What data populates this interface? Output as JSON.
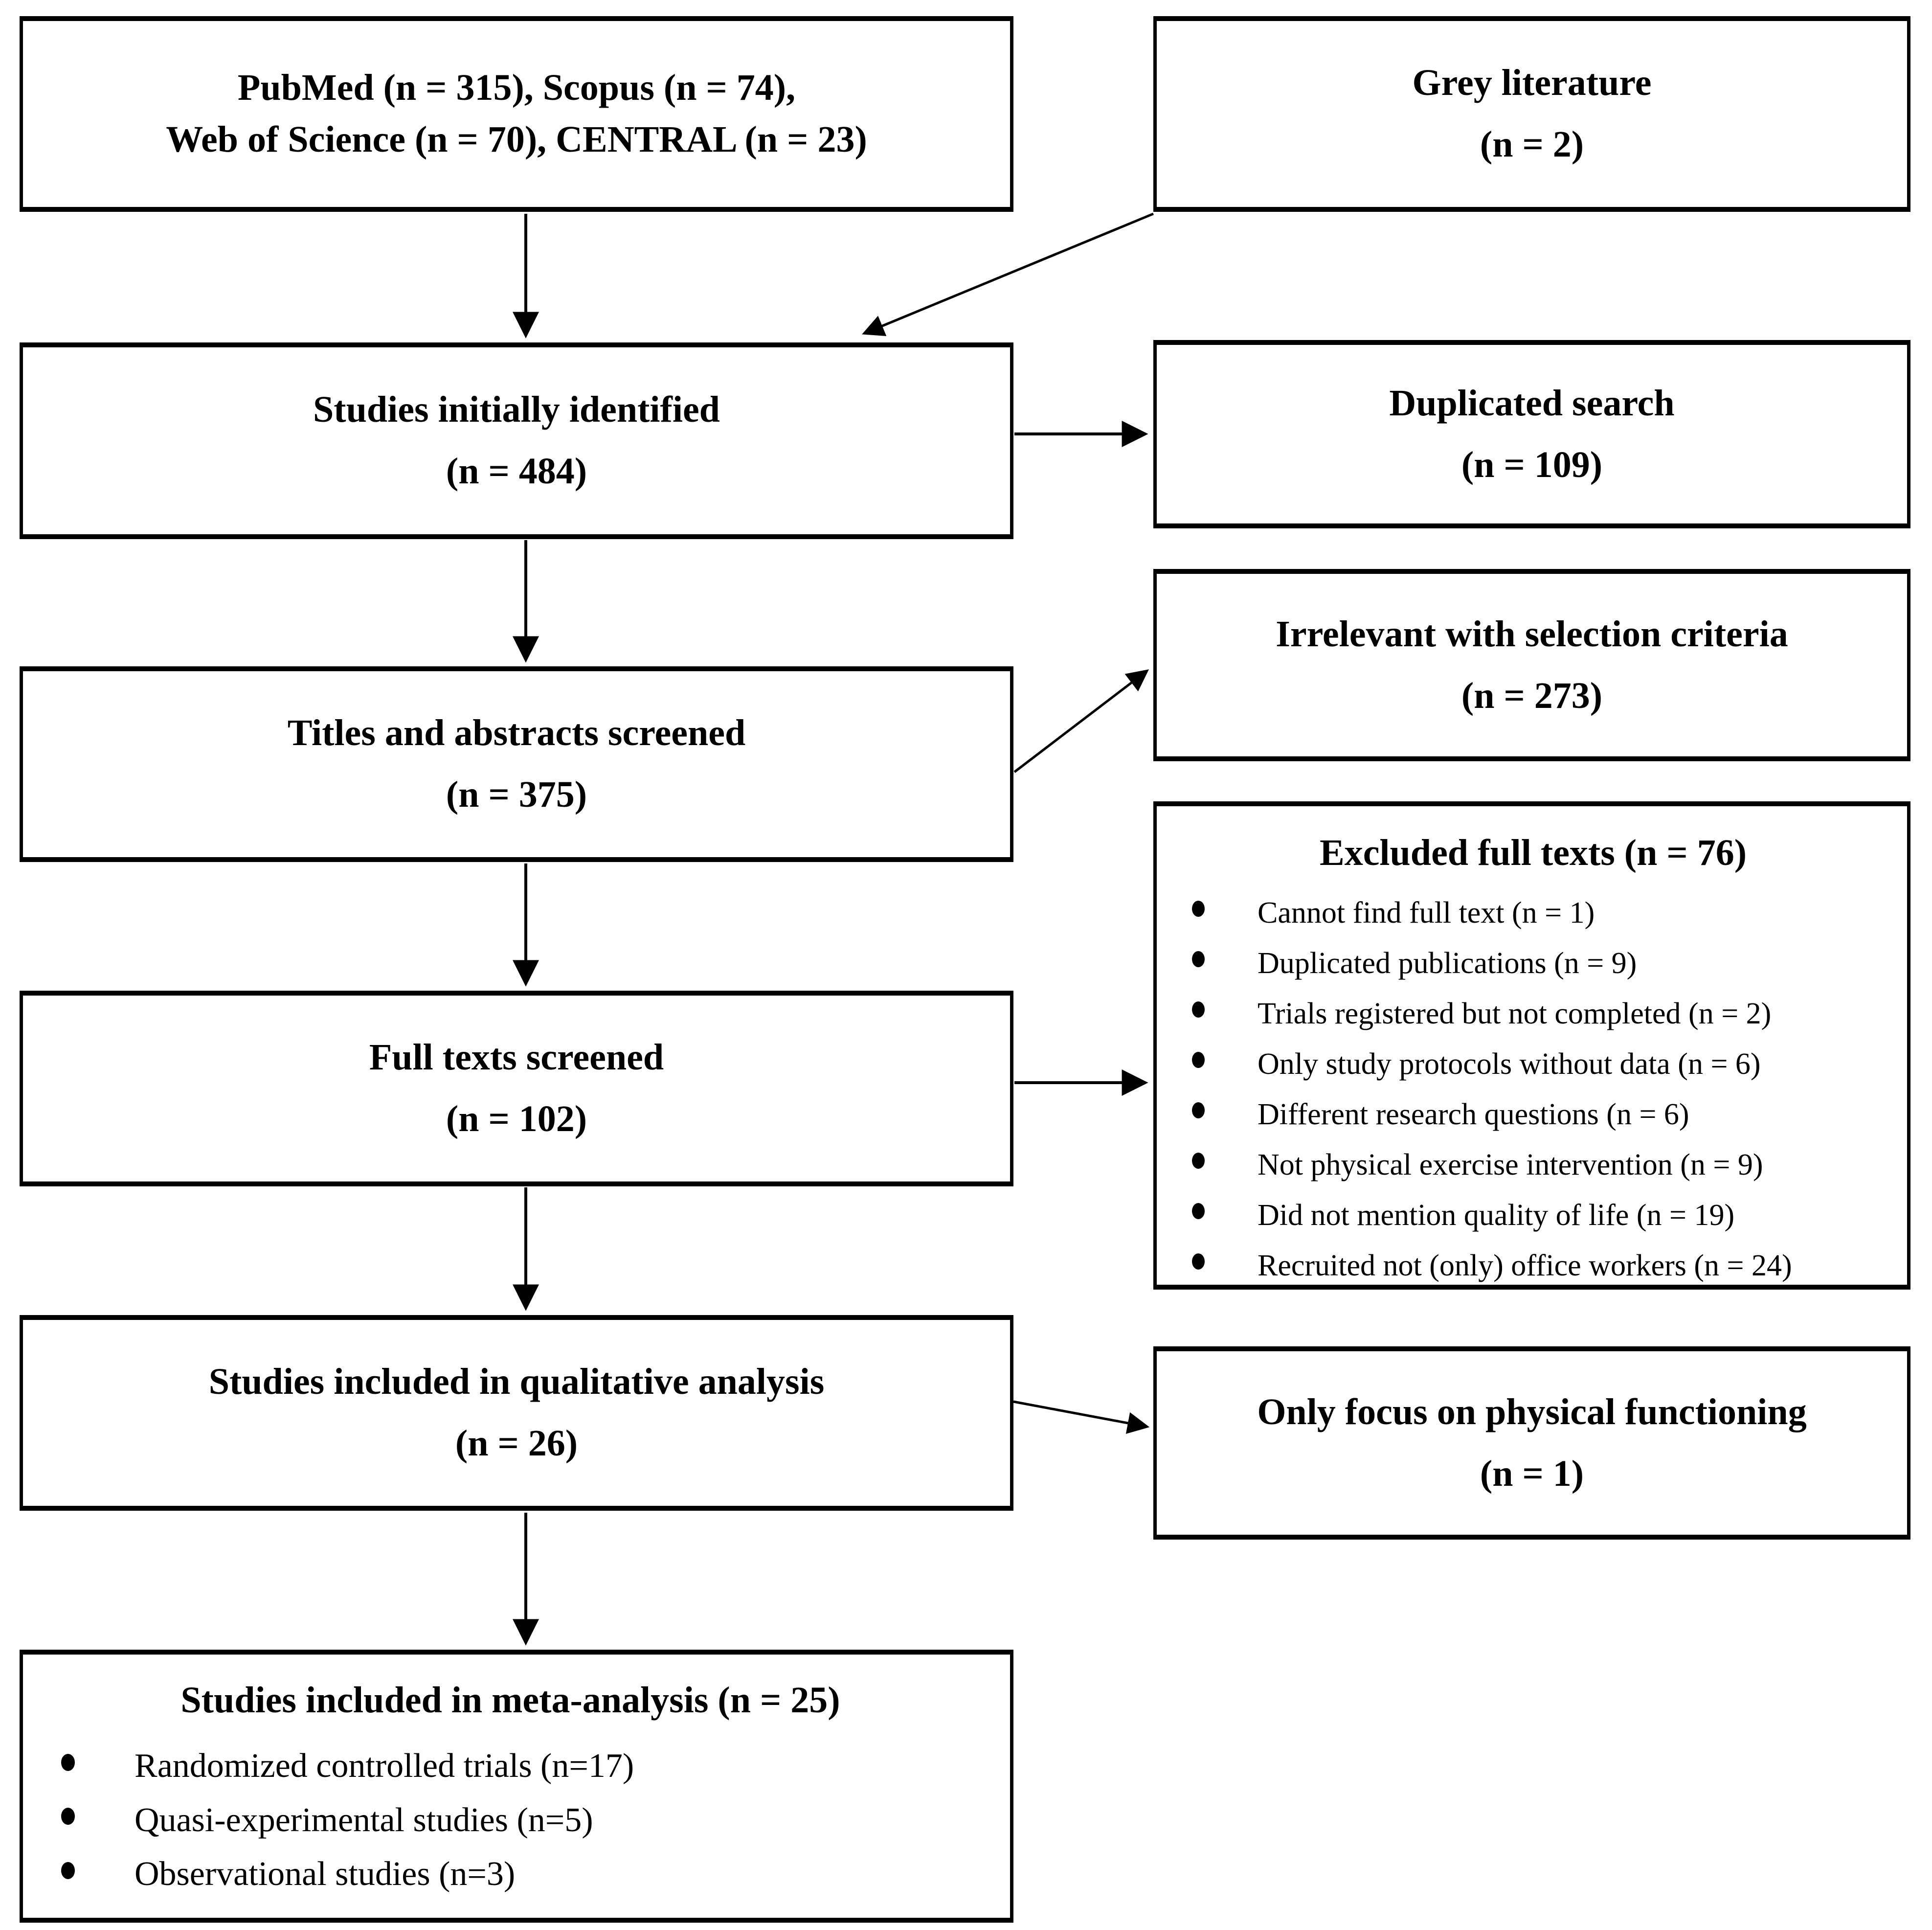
{
  "diagram": {
    "kind": "study-selection-flowchart",
    "colors": {
      "ink": "#000000",
      "background": "#ffffff"
    }
  },
  "boxes": {
    "sources": {
      "lines": [
        "PubMed (n = 315), Scopus (n = 74),",
        "Web of Science (n = 70), CENTRAL (n = 23)"
      ]
    },
    "grey": {
      "lines": [
        "Grey literature",
        "(n = 2)"
      ]
    },
    "identified": {
      "lines": [
        "Studies initially identified",
        "(n = 484)"
      ]
    },
    "duplicated": {
      "lines": [
        "Duplicated search",
        "(n = 109)"
      ]
    },
    "screened": {
      "lines": [
        "Titles and abstracts screened",
        "(n = 375)"
      ]
    },
    "irrelevant": {
      "lines": [
        "Irrelevant with selection criteria",
        "(n = 273)"
      ]
    },
    "fulltexts": {
      "lines": [
        "Full texts screened",
        "(n = 102)"
      ]
    },
    "excluded": {
      "title": "Excluded full texts (n = 76)",
      "bullets": [
        "Cannot find full text (n = 1)",
        "Duplicated publications (n = 9)",
        "Trials registered but not completed (n = 2)",
        "Only study protocols without data (n = 6)",
        "Different research questions (n = 6)",
        "Not physical exercise intervention (n = 9)",
        "Did not mention quality of life (n = 19)",
        "Recruited not (only) office workers (n = 24)"
      ]
    },
    "qualitative": {
      "lines": [
        "Studies included in qualitative analysis",
        "(n = 26)"
      ]
    },
    "physical": {
      "lines": [
        "Only focus on physical functioning",
        "(n = 1)"
      ]
    },
    "meta": {
      "title": "Studies included in meta-analysis (n = 25)",
      "bullets": [
        "Randomized controlled trials (n=17)",
        "Quasi-experimental studies (n=5)",
        "Observational studies (n=3)"
      ]
    }
  }
}
